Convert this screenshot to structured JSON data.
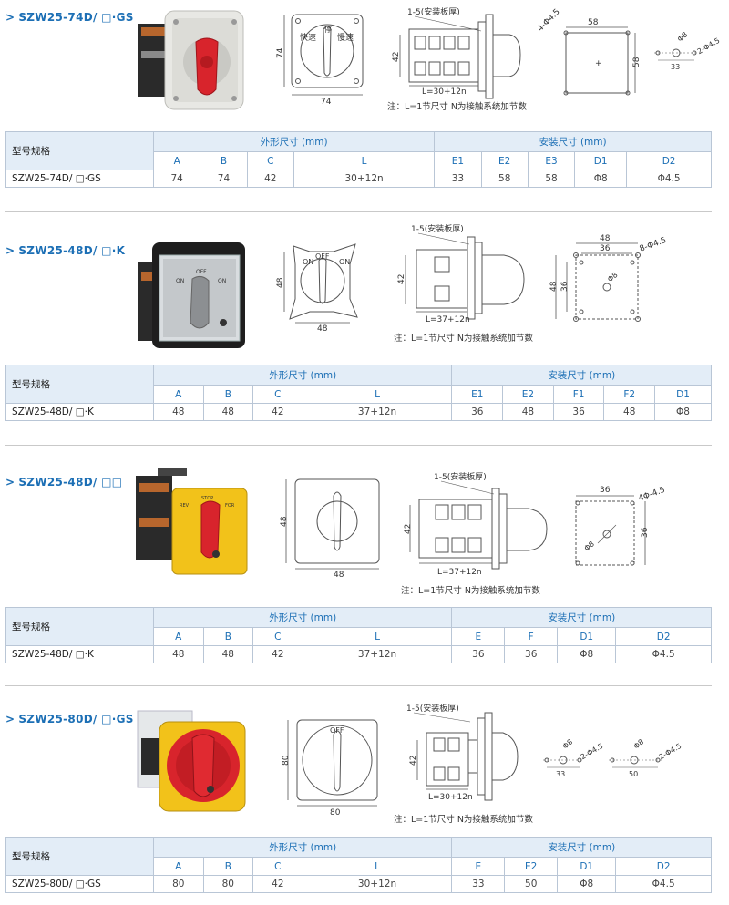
{
  "sections": [
    {
      "title": "SZW25-74D/ □·GS",
      "note": "注：L=1节尺寸   N为接触系统加节数",
      "front": {
        "w": "74",
        "h": "74",
        "fast": "快速",
        "stop": "停",
        "slow": "慢速"
      },
      "side": {
        "plate": "1-5(安装板厚)",
        "h": "42",
        "len": "L=30+12n"
      },
      "mount": {
        "a": "58",
        "b": "58",
        "hole": "4-Φ4.5"
      },
      "extra": {
        "d1": "Φ8",
        "d2": "2-Φ4.5",
        "w": "33"
      },
      "table": {
        "model_label": "型号规格",
        "group1": "外形尺寸 (mm)",
        "group2": "安装尺寸 (mm)",
        "cols": [
          "A",
          "B",
          "C",
          "L",
          "E1",
          "E2",
          "E3",
          "D1",
          "D2"
        ],
        "row": [
          "SZW25-74D/ □·GS",
          "74",
          "74",
          "42",
          "30+12n",
          "33",
          "58",
          "58",
          "Φ8",
          "Φ4.5"
        ]
      }
    },
    {
      "title": "SZW25-48D/ □·K",
      "note": "注：L=1节尺寸   N为接触系统加节数",
      "front": {
        "w": "48",
        "h": "48",
        "on_l": "ON",
        "off": "OFF",
        "on_r": "ON"
      },
      "side": {
        "plate": "1-5(安装板厚)",
        "h": "42",
        "len": "L=37+12n"
      },
      "mount": {
        "outer_w": "48",
        "inner_w": "36",
        "outer_h": "48",
        "inner_h": "36",
        "hole": "8-Φ4.5",
        "d": "Φ8"
      },
      "table": {
        "model_label": "型号规格",
        "group1": "外形尺寸 (mm)",
        "group2": "安装尺寸 (mm)",
        "cols": [
          "A",
          "B",
          "C",
          "L",
          "E1",
          "E2",
          "F1",
          "F2",
          "D1"
        ],
        "row": [
          "SZW25-48D/ □·K",
          "48",
          "48",
          "42",
          "37+12n",
          "36",
          "48",
          "36",
          "48",
          "Φ8"
        ]
      }
    },
    {
      "title": "SZW25-48D/ □□",
      "note": "注：L=1节尺寸   N为接触系统加节数",
      "front": {
        "w": "48",
        "h": "48"
      },
      "side": {
        "plate": "1-5(安装板厚)",
        "h": "42",
        "len": "L=37+12n"
      },
      "mount": {
        "w": "36",
        "h": "36",
        "hole": "4Φ-4.5",
        "d": "Φ8"
      },
      "photo": {
        "rev": "REV",
        "stop": "STOP",
        "for": "FOR"
      },
      "table": {
        "model_label": "型号规格",
        "group1": "外形尺寸 (mm)",
        "group2": "安装尺寸 (mm)",
        "cols": [
          "A",
          "B",
          "C",
          "L",
          "E",
          "F",
          "D1",
          "D2"
        ],
        "row": [
          "SZW25-48D/ □·K",
          "48",
          "48",
          "42",
          "37+12n",
          "36",
          "36",
          "Φ8",
          "Φ4.5"
        ]
      }
    },
    {
      "title": "SZW25-80D/ □·GS",
      "note": "注：L=1节尺寸   N为接触系统加节数",
      "front": {
        "w": "80",
        "h": "80",
        "off": "OFF"
      },
      "side": {
        "plate": "1-5(安装板厚)",
        "h": "42",
        "len": "L=30+12n"
      },
      "mount": {
        "d1": "Φ8",
        "hole1": "2-Φ4.5",
        "w1": "33",
        "d2": "Φ8",
        "hole2": "2-Φ4.5",
        "w2": "50"
      },
      "table": {
        "model_label": "型号规格",
        "group1": "外形尺寸 (mm)",
        "group2": "安装尺寸 (mm)",
        "cols": [
          "A",
          "B",
          "C",
          "L",
          "E",
          "E2",
          "D1",
          "D2"
        ],
        "row": [
          "SZW25-80D/ □·GS",
          "80",
          "80",
          "42",
          "30+12n",
          "33",
          "50",
          "Φ8",
          "Φ4.5"
        ]
      }
    }
  ],
  "colors": {
    "accent": "#1c6fb5",
    "header_bg": "#e3edf7",
    "handle_red": "#d8242c",
    "yellow": "#f2c21a",
    "gray": "#b8b8b8"
  }
}
